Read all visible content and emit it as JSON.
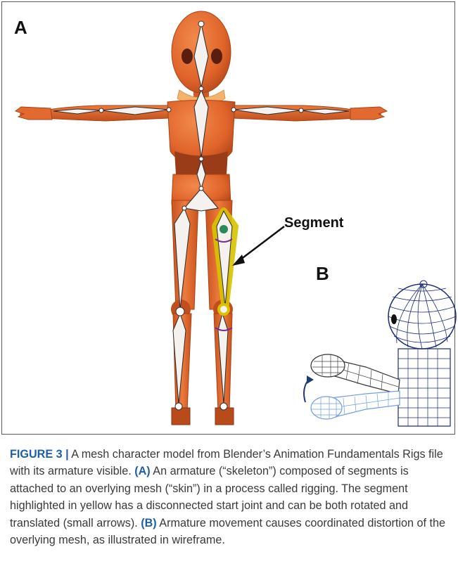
{
  "figure": {
    "panel_a_label": "A",
    "panel_b_label": "B",
    "callout_label": "Segment"
  },
  "caption": {
    "figure_number": "FIGURE 3 |",
    "text_1": " A mesh character model from Blender’s Animation Fundamentals Rigs file with its armature visible. ",
    "ref_a": "(A)",
    "text_2": " An armature (“skeleton”) composed of segments is attached to an overlying mesh (“skin”) in a process called rigging. The segment highlighted in yellow has a disconnected start joint and can be both rotated and translated (small arrows). ",
    "ref_b": "(B)",
    "text_3": " Armature movement causes coordinated distortion of the overlying mesh, as illustrated in wireframe."
  },
  "colors": {
    "skin": "#e0642a",
    "skin_dark": "#b84a1c",
    "torso_dark": "#9a3c18",
    "scarf": "#f3b36b",
    "bone": "#f4f1ee",
    "highlight": "#f2e600",
    "wire_dark": "#1c2c7a",
    "wire_light": "#6f9be8",
    "caption_accent": "#1e5fa8"
  }
}
